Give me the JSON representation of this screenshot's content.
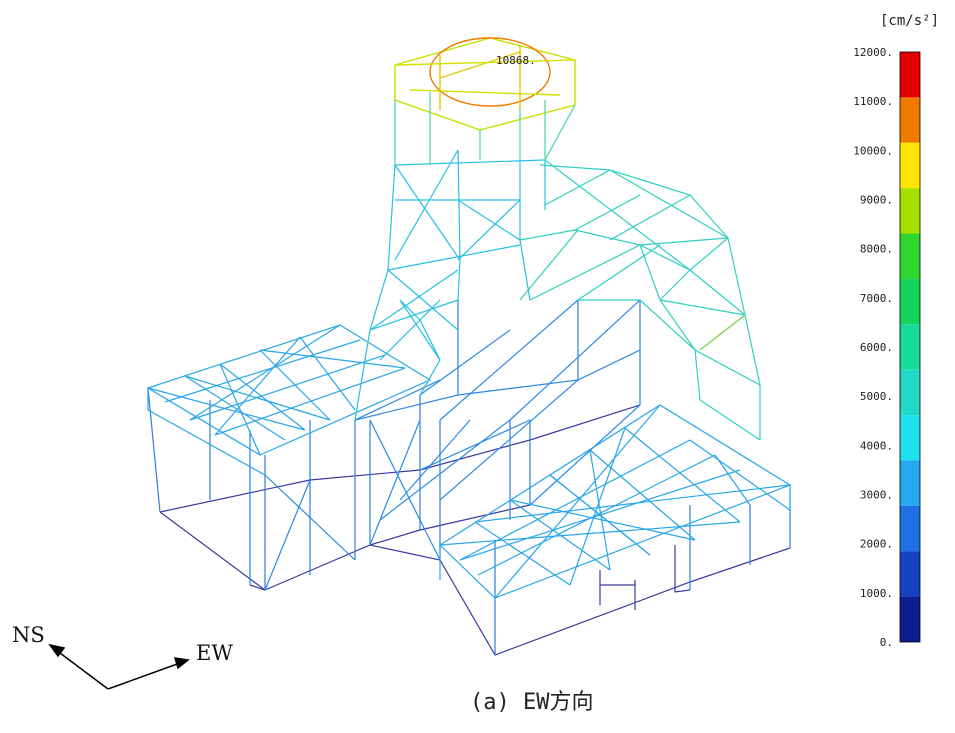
{
  "figure": {
    "peak_label": "10868.",
    "caption": "(a) EW方向"
  },
  "axes_indicator": {
    "ns_label": "NS",
    "ew_label": "EW"
  },
  "colorbar": {
    "unit_label": "[cm/s²]",
    "ticks": [
      "12000.",
      "11000.",
      "10000.",
      "9000.",
      "8000.",
      "7000.",
      "6000.",
      "5000.",
      "4000.",
      "3000.",
      "2000.",
      "1000.",
      "0."
    ],
    "bands": [
      "#e50000",
      "#f07a00",
      "#ffe500",
      "#a6e000",
      "#2ed62e",
      "#14d45a",
      "#18dc9a",
      "#22d8c6",
      "#1ee0f0",
      "#26a8ee",
      "#1f6fe6",
      "#1540bf",
      "#0a1e8f"
    ]
  },
  "colors": {
    "low": "#3a3aa0",
    "mid_low": "#2f7fe0",
    "mid": "#22b8e8",
    "mid_high": "#33d1c0",
    "high": "#e0e000",
    "peak": "#f07a00"
  }
}
